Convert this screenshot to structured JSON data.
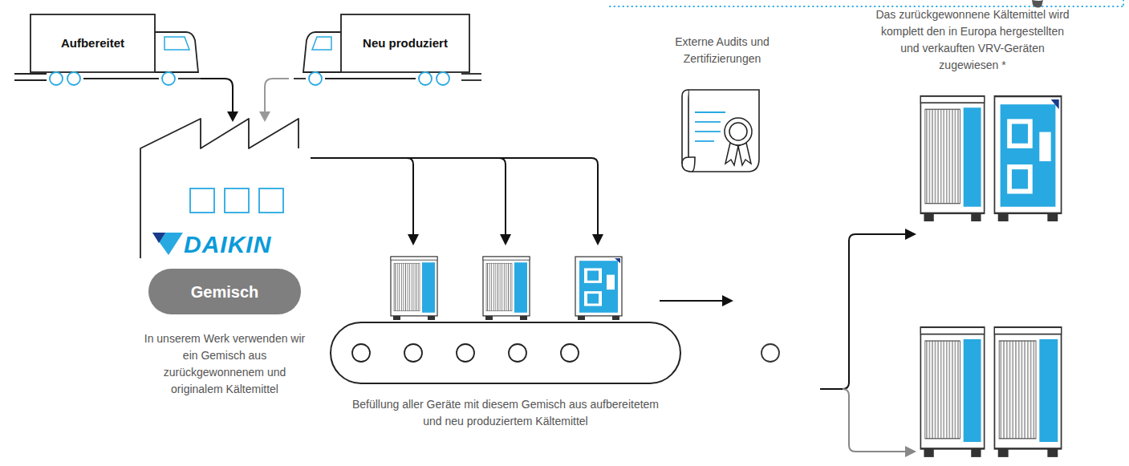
{
  "diagram": {
    "nodes": [
      {
        "text": [
          "Aufbereitet"
        ]
      },
      {
        "text": [
          "Neu produziert"
        ]
      },
      {
        "text": [
          "DAIKIN"
        ]
      },
      {
        "text": [
          "Gemisch"
        ]
      }
    ],
    "edges": [
      {
        "from": 0,
        "to": 2,
        "arrow": "to"
      },
      {
        "from": 1,
        "to": 2,
        "arrow": "to"
      }
    ],
    "labels": [
      "In unserem Werk verwenden wir ein Gemisch aus zurückgewonnenem und originalem Kältemittel",
      "Befüllung aller Geräte mit diesem Gemisch aus aufbereitetem und neu produziertem Kältemittel",
      "Externe Audits und Zertifizierungen",
      "Das zurückgewonnene Kältemittel wird komplett den in Europa hergestellten und verkauften VRV-Geräten zugewiesen *"
    ]
  }
}
